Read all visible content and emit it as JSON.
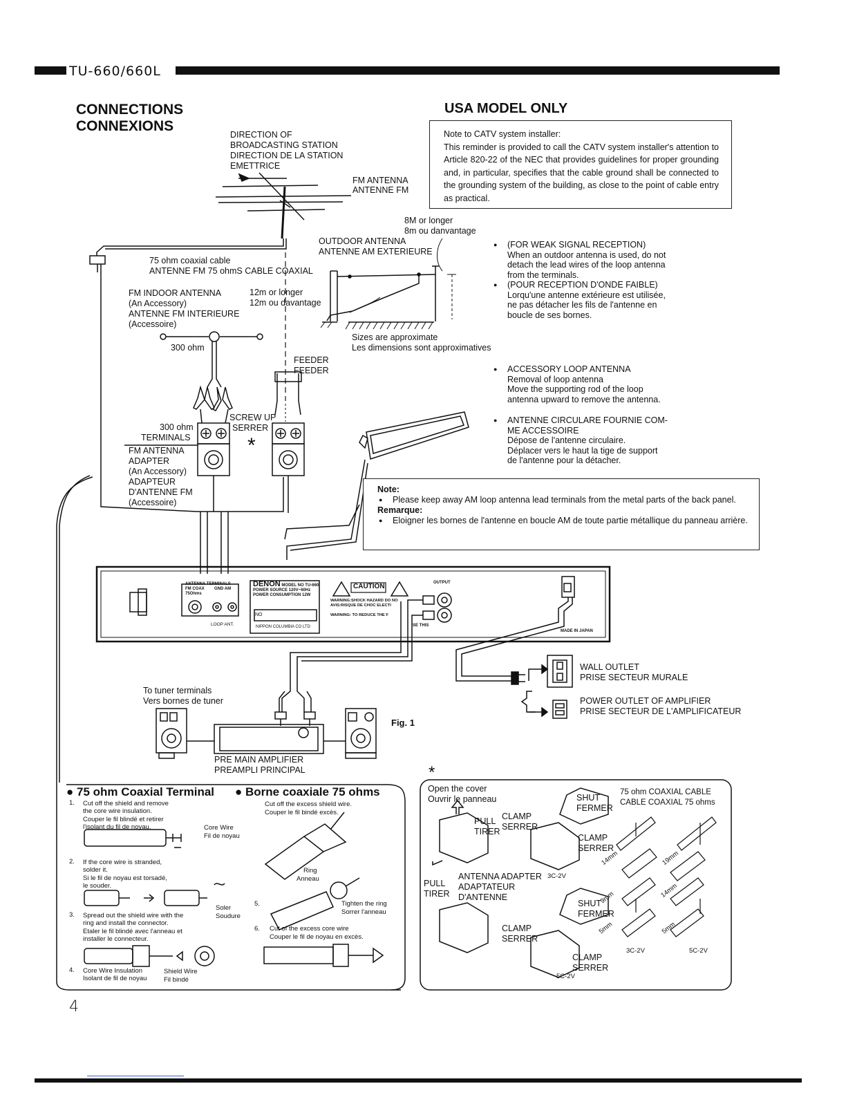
{
  "header": {
    "model": "TU-660/660L"
  },
  "titles": {
    "connections": "CONNECTIONS",
    "connexions": "CONNEXIONS",
    "usa": "USA MODEL ONLY"
  },
  "catv_note": {
    "heading": "Note to CATV system installer:",
    "body": "This reminder is provided to call the CATV system installer's attention to Article 820-22 of the NEC that provides guidelines for proper grounding and, in particular, specifies that the cable ground shall be connected to the grounding system of the building, as close to the point of cable entry as practical."
  },
  "labels": {
    "direction_en1": "DIRECTION OF",
    "direction_en2": "BROADCASTING STATION",
    "direction_fr1": "DIRECTION DE LA STATION",
    "direction_fr2": "EMETTRICE",
    "fm_antenna_en": "FM ANTENNA",
    "fm_antenna_fr": "ANTENNE FM",
    "coax_en": "75 ohm coaxial cable",
    "coax_fr": "ANTENNE FM 75 ohmS CABLE COAXIAL",
    "eight_m_en": "8M or longer",
    "eight_m_fr": "8m ou danvantage",
    "outdoor_en": "OUTDOOR ANTENNA",
    "outdoor_fr": "ANTENNE AM EXTERIEURE",
    "fm_indoor1": "FM INDOOR ANTENNA",
    "fm_indoor2": "(An Accessory)",
    "fm_indoor3": "ANTENNE FM INTERIEURE",
    "fm_indoor4": "(Accessoire)",
    "twelve_en": "12m or longer",
    "twelve_fr": "12m ou davantage",
    "sizes_en": "Sizes are approximate",
    "sizes_fr": "Les dimensions sont approximatives",
    "ohm300": "300 ohm",
    "feeder1": "FEEDER",
    "feeder2": "FEEDER",
    "screw_up": "SCREW UP",
    "serrer": "SERRER",
    "terminals1": "300 ohm",
    "terminals2": "TERMINALS",
    "adapter1": "FM ANTENNA",
    "adapter2": "ADAPTER",
    "adapter3": "(An Accessory)",
    "adapter4": "ADAPTEUR",
    "adapter5": "D'ANTENNE FM",
    "adapter6": "(Accessoire)",
    "asterisk": "*",
    "to_tuner_en": "To tuner terminals",
    "to_tuner_fr": "Vers bornes de tuner",
    "pre_main_en": "PRE MAIN AMPLIFIER",
    "pre_main_fr": "PREAMPLI PRINCIPAL",
    "fig": "Fig. 1",
    "wall_en": "WALL OUTLET",
    "wall_fr": "PRISE SECTEUR MURALE",
    "power_en": "POWER OUTLET OF AMPLIFIER",
    "power_fr": "PRISE SECTEUR DE L'AMPLIFICATEUR",
    "page_number": "4"
  },
  "right_notes": [
    {
      "lines": [
        "(FOR WEAK SIGNAL RECEPTION)",
        "When an outdoor antenna is used, do not",
        "detach the lead wires of the loop antenna",
        "from the terminals."
      ]
    },
    {
      "lines": [
        "(POUR RECEPTION D'ONDE FAIBLE)",
        "Lorqu'une antenne extérieure est utilisée,",
        "ne pas détacher les fils de l'antenne en",
        "boucle de ses bornes."
      ]
    },
    {
      "lines": [
        "ACCESSORY LOOP ANTENNA",
        "Removal of loop antenna",
        "Move the supporting rod of the loop",
        "antenna upward to remove the antenna."
      ]
    },
    {
      "lines": [
        "ANTENNE CIRCULARE FOURNIE COM-",
        "ME ACCESSOIRE",
        "Dépose de l'antenne circulaire.",
        "Déplacer vers le haut la tige de support",
        "de l'antenne pour la détacher."
      ]
    }
  ],
  "note_box": {
    "note_label": "Note:",
    "note_text": "Please keep away AM loop antenna lead terminals from the metal parts of the back panel.",
    "remarque_label": "Remarque:",
    "remarque_text": "Eloigner les bornes de l'antenne en boucle AM de toute partie métallique du panneau arrière."
  },
  "panel": {
    "antenna_terminals": "ANTENNA TERMINALS",
    "fm_coax": "FM COAX",
    "ohms75": "75Ohms",
    "gnd_am": "GND AM",
    "loop_ant": "LOOP ANT.",
    "brand": "DENON",
    "model_no": "MODEL NO TU-660",
    "power_source": "POWER SOURCE 120V~60Hz",
    "power_consumption": "POWER CONSUMPTION 12W",
    "no": "NO",
    "maker": "NIPPON COLUMBIA CO LTD",
    "caution": "CAUTION",
    "warning": "WARNING:SHOCK HAZARD DO NO",
    "avis": "AVIS:RISQUE DE CHOC ELECTI",
    "warning2": "WARNING: TO REDUCE THE F",
    "output": "OUTPUT",
    "made_in": "MADE IN JAPAN",
    "se_this": "SE THIS"
  },
  "coax75": {
    "title_en": "75 ohm Coaxial Terminal",
    "title_fr": "Borne coaxiale 75 ohms",
    "steps_left": [
      {
        "n": "1.",
        "lines": [
          "Cut off the shield and remove",
          "the core wire insulation.",
          "Couper le fil blindé et retirer",
          "l'isolant du fil de noyau."
        ]
      },
      {
        "n": "2.",
        "lines": [
          "If the core wire is stranded,",
          "solder it.",
          "Si le fil de noyau est torsadé,",
          "le souder."
        ]
      },
      {
        "n": "3.",
        "lines": [
          "Spread out the shield wire with the",
          "ring and install the connector.",
          "Etaler le fil blindé avec l'anneau et",
          "installer le connecteur."
        ]
      },
      {
        "n": "4.",
        "lines": [
          "Core Wire Insulation",
          "Isolant de fil de noyau"
        ]
      }
    ],
    "core_wire": [
      "Core Wire",
      "Fil de noyau"
    ],
    "soler": [
      "Soler",
      "Soudure"
    ],
    "shield_wire": [
      "Shield Wire",
      "Fil bindé"
    ],
    "cut_excess": [
      "Cut off the excess shield wire.",
      "Couper le fil bindé excès."
    ],
    "ring": [
      "Ring",
      "Anneau"
    ],
    "step5": "5.",
    "tighten": [
      "Tighten the ring",
      "Sorrer l'anneau"
    ],
    "step6": "6.",
    "cut_core": [
      "Cut of the excess core wire",
      "Couper le fil de noyau en excès."
    ]
  },
  "adapter_box": {
    "open_en": "Open the cover",
    "open_fr": "Ouvrir le panneau",
    "shut": "SHUT",
    "fermer": "FERMER",
    "pull": "PULL",
    "tirer": "TIRER",
    "clamp": "CLAMP",
    "serrer": "SERRER",
    "antenna_adapter": "ANTENNA ADAPTER",
    "adaptateur": "ADAPTATEUR",
    "dantenne": "D'ANTENNE",
    "cable_en": "75 ohm COAXIAL CABLE",
    "cable_fr": "CABLE COAXIAL 75 ohms",
    "c3": "3C-2V",
    "c5": "5C-2V",
    "mm14": "14mm",
    "mm19": "19mm",
    "mm9": "9mm",
    "mm5": "5mm"
  }
}
